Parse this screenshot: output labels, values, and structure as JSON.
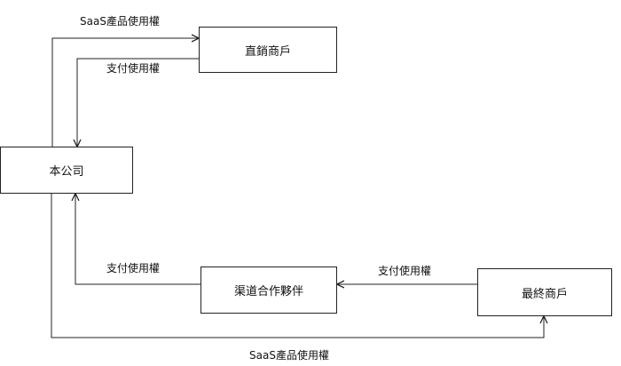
{
  "nodes": {
    "company": "本公司",
    "direct_merchant": "直銷商戶",
    "channel_partner": "渠道合作夥伴",
    "end_merchant": "最終商戶"
  },
  "flows": {
    "company_to_direct": "SaaS產品使用權",
    "direct_to_company": "支付使用權",
    "channel_to_company": "支付使用權",
    "end_to_channel": "支付使用權",
    "company_to_end": "SaaS產品使用權"
  },
  "colors": {
    "line": "#222222",
    "background": "#ffffff"
  }
}
